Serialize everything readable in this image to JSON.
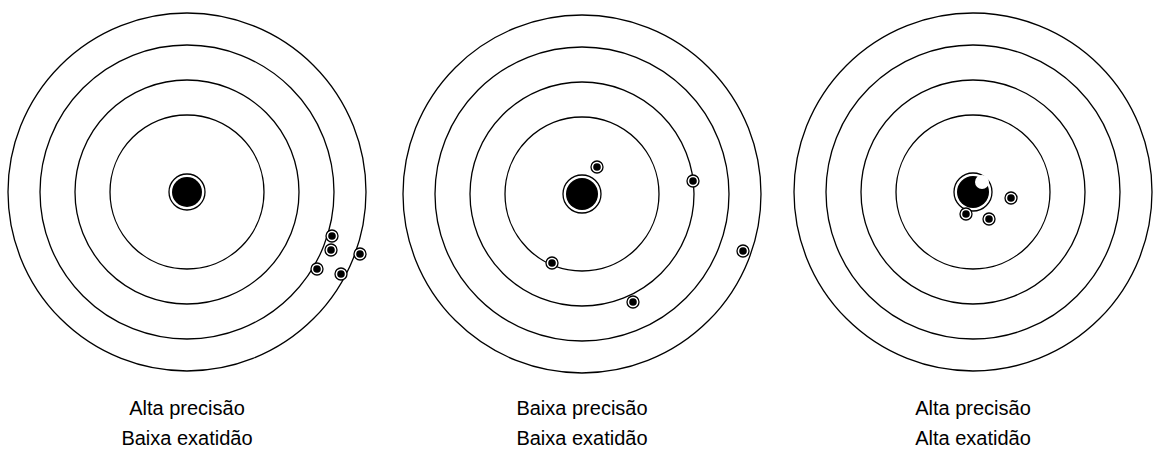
{
  "diagram": {
    "labels": [
      "Alta precisão",
      "Baixa exatidão",
      "Baixa precisão",
      "Baixa exatidão",
      "Alta precisão",
      "Alta exatidão"
    ]
  }
}
